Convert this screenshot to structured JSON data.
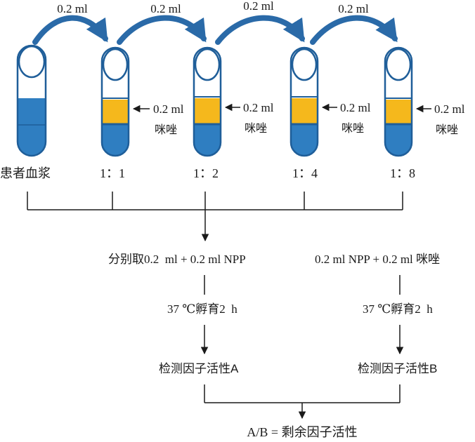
{
  "transfer_labels": [
    "0.2 ml",
    "0.2 ml",
    "0.2 ml",
    "0.2 ml"
  ],
  "tube_labels": [
    "患者血浆",
    "1：1",
    "1：2",
    "1：4",
    "1：8"
  ],
  "add_volume_label": "0.2 ml",
  "add_reagent_label": "咪唑",
  "left_branch": {
    "step1": "分别取0.2  ml + 0.2 ml NPP",
    "step2": "37 ℃孵育2  h",
    "step3": "检测因子活性A"
  },
  "right_branch": {
    "step1": "0.2 ml NPP + 0.2 ml 咪唑",
    "step2": "37 ℃孵育2  h",
    "step3": "检测因子活性B"
  },
  "result": "A/B = 剩余因子活性",
  "colors": {
    "tube_blue": "#2f7ec1",
    "tube_dark": "#1f5e99",
    "imidazole": "#f5b81c",
    "arrow_blue": "#2a6aa8",
    "line": "#1a1a1a"
  }
}
